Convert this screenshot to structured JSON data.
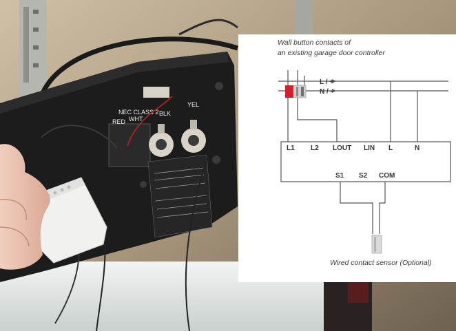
{
  "photo": {
    "opener_labels": {
      "header": "NEC CLASS 2",
      "red": "RED",
      "wht": "WHT",
      "blk": "BLK",
      "yel": "YEL"
    }
  },
  "diagram": {
    "top_caption_line1": "Wall button contacts of",
    "top_caption_line2": "an existing garage door controller",
    "bus_live": "L / +",
    "bus_neutral": "N / -",
    "top_terminals": [
      "L1",
      "L2",
      "LOUT",
      "LIN",
      "L",
      "N"
    ],
    "bottom_terminals": [
      "S1",
      "S2",
      "COM"
    ],
    "sensor_caption": "Wired contact sensor (Optional)"
  },
  "colors": {
    "panel_bg": "#ffffff",
    "wire": "#555555",
    "button_red": "#d0202a",
    "button_grey": "#cfcfcf",
    "opener_housing": "#1c1c1c"
  }
}
